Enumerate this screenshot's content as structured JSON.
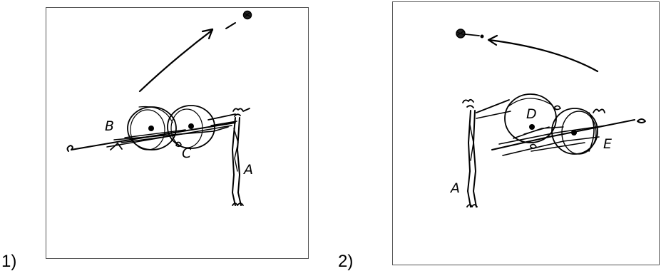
{
  "panels": [
    {
      "number": "1)",
      "labels": {
        "b": "B",
        "c": "C",
        "a": "A"
      }
    },
    {
      "number": "2)",
      "labels": {
        "d": "D",
        "e": "E",
        "a": "A"
      }
    }
  ]
}
